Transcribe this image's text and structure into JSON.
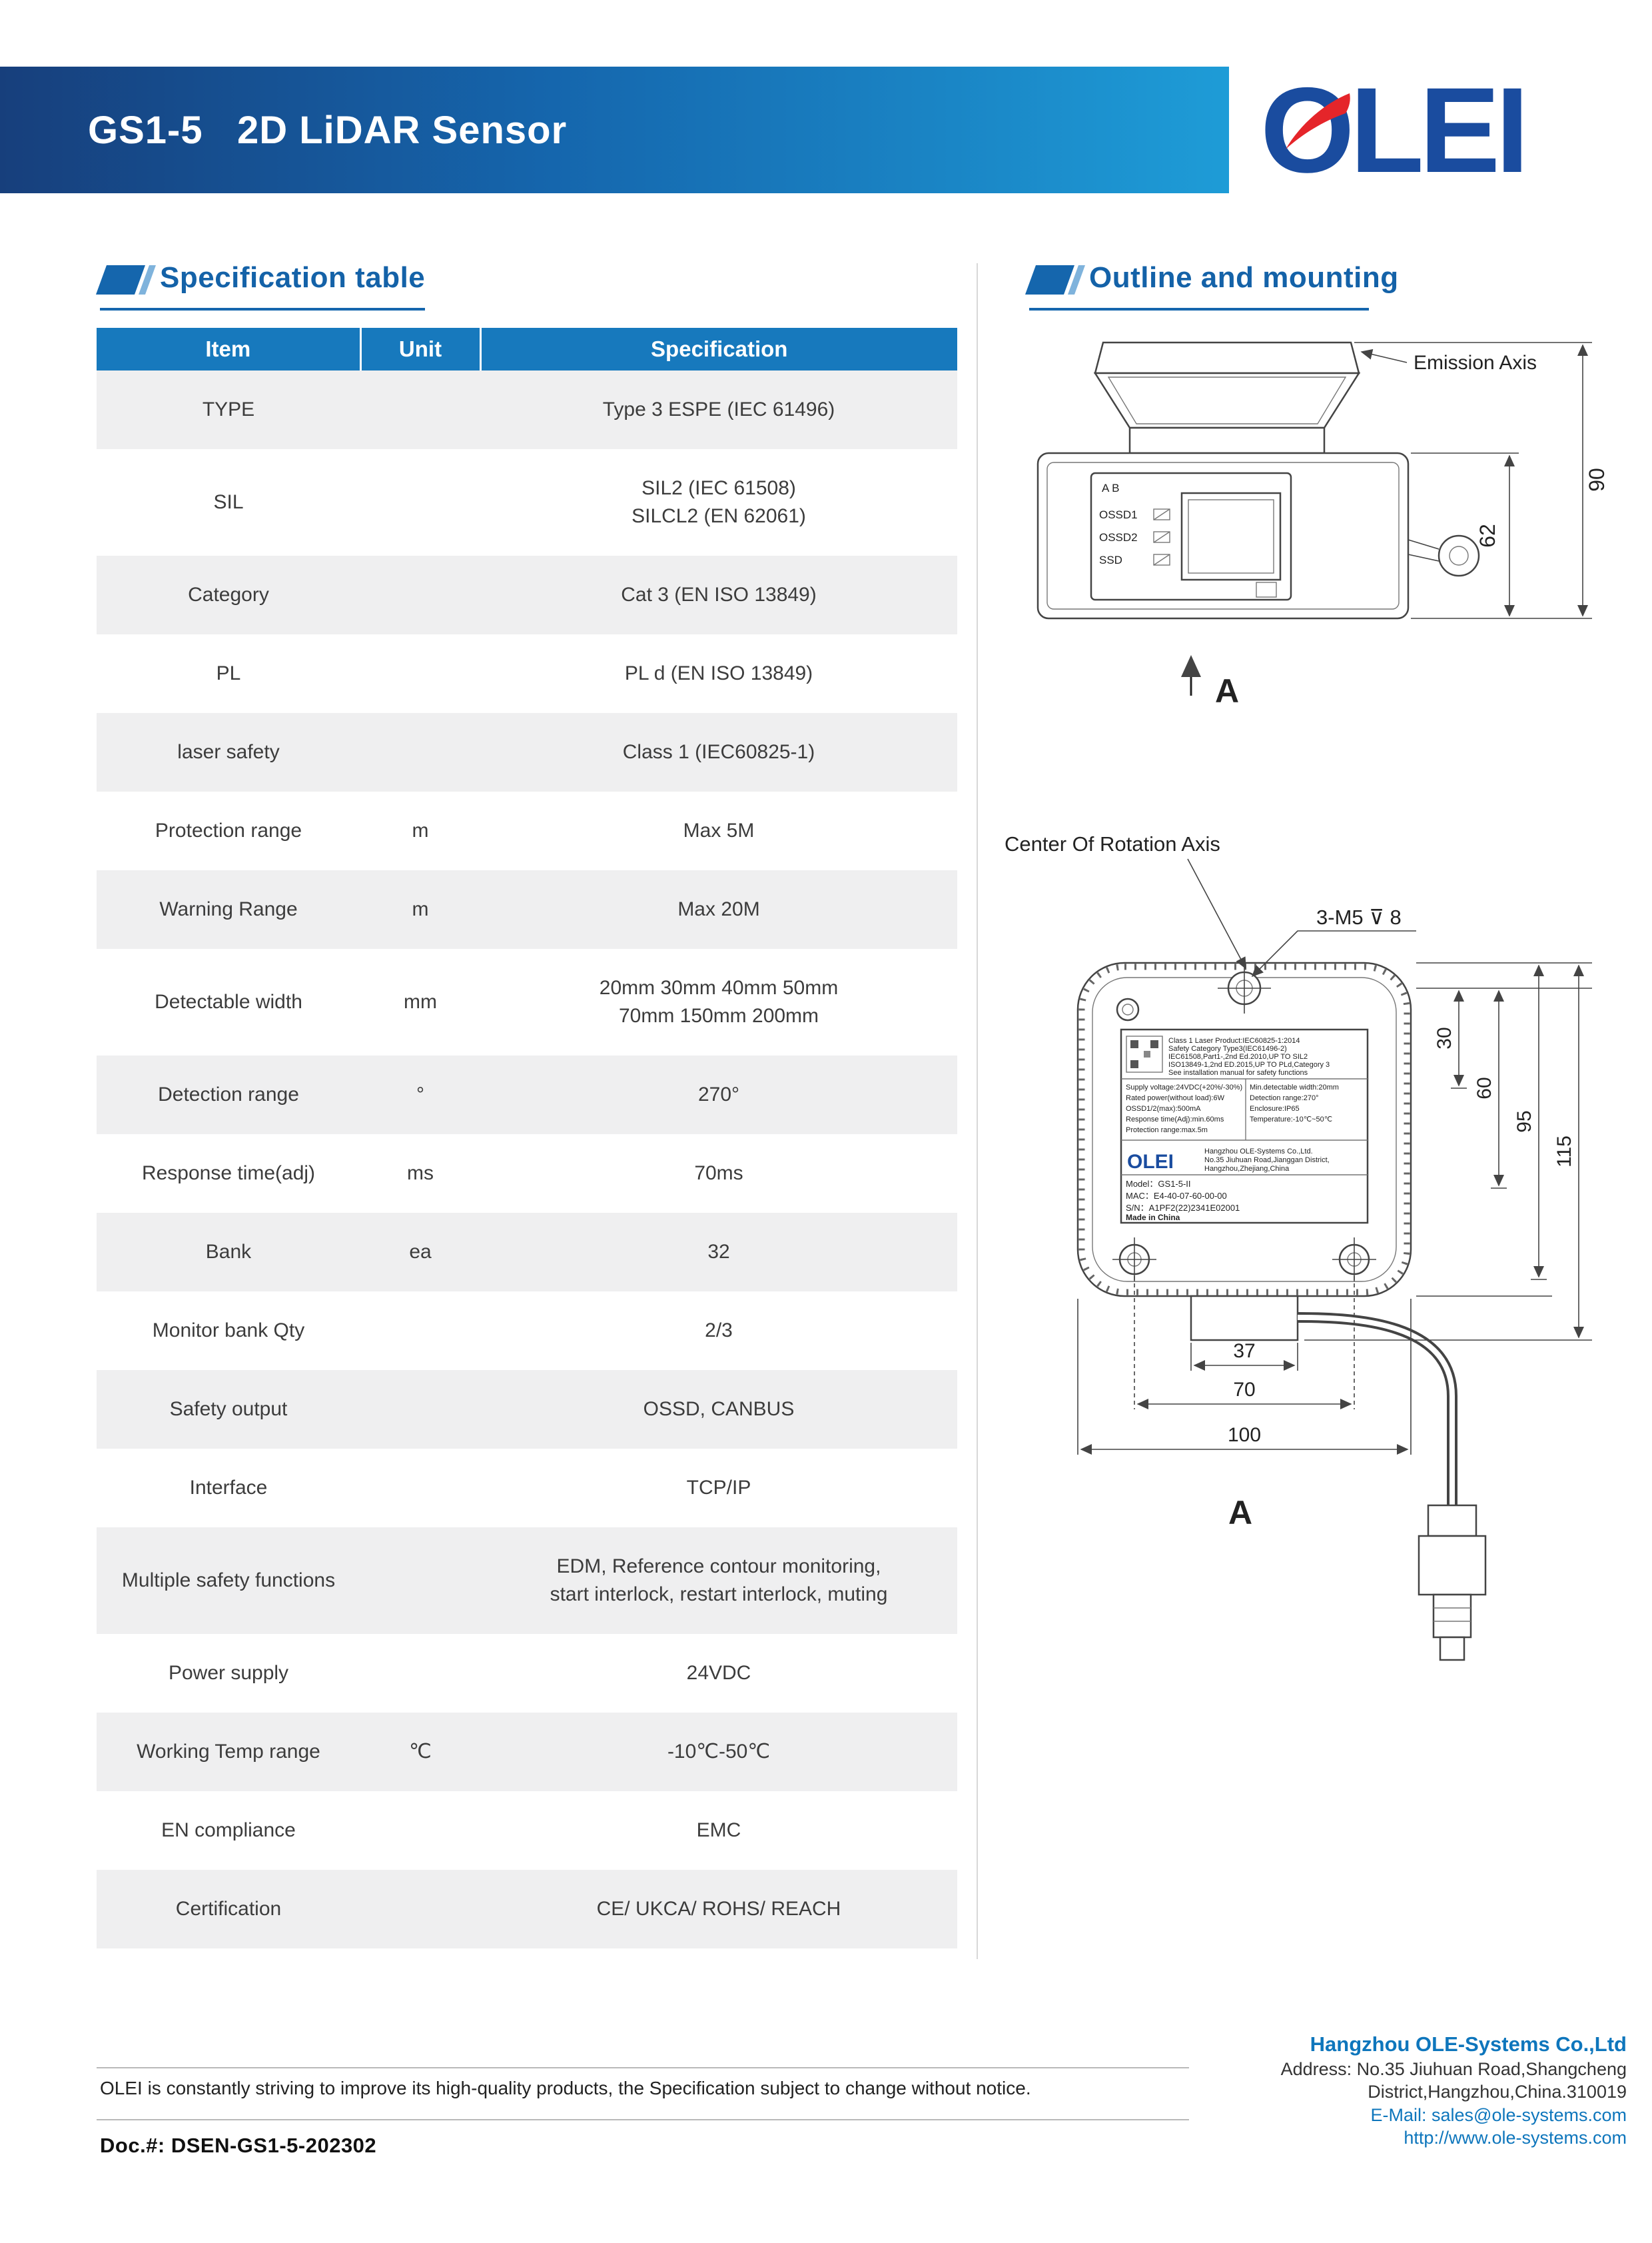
{
  "header": {
    "title": "GS1-5   2D LiDAR Sensor",
    "logo_text": "OLEI"
  },
  "sections": {
    "spec_title": "Specification table",
    "outline_title": "Outline and mounting"
  },
  "spec_table": {
    "headers": [
      "Item",
      "Unit",
      "Specification"
    ],
    "rows": [
      {
        "item": "TYPE",
        "unit": "",
        "spec": "Type 3 ESPE (IEC 61496)"
      },
      {
        "item": "SIL",
        "unit": "",
        "spec": "SIL2 (IEC 61508)\nSILCL2 (EN 62061)"
      },
      {
        "item": "Category",
        "unit": "",
        "spec": "Cat 3 (EN ISO 13849)"
      },
      {
        "item": "PL",
        "unit": "",
        "spec": "PL d (EN ISO 13849)"
      },
      {
        "item": "laser safety",
        "unit": "",
        "spec": "Class 1  (IEC60825-1)"
      },
      {
        "item": "Protection range",
        "unit": "m",
        "spec": "Max 5M"
      },
      {
        "item": "Warning Range",
        "unit": "m",
        "spec": "Max 20M"
      },
      {
        "item": "Detectable width",
        "unit": "mm",
        "spec": "20mm 30mm 40mm 50mm\n70mm 150mm 200mm"
      },
      {
        "item": "Detection range",
        "unit": "°",
        "spec": "270°"
      },
      {
        "item": "Response time(adj)",
        "unit": "ms",
        "spec": "70ms"
      },
      {
        "item": "Bank",
        "unit": "ea",
        "spec": "32"
      },
      {
        "item": "Monitor bank Qty",
        "unit": "",
        "spec": "2/3"
      },
      {
        "item": "Safety output",
        "unit": "",
        "spec": "OSSD, CANBUS"
      },
      {
        "item": "Interface",
        "unit": "",
        "spec": "TCP/IP"
      },
      {
        "item": "Multiple safety functions",
        "unit": "",
        "spec": "EDM, Reference contour monitoring,\nstart interlock, restart interlock, muting"
      },
      {
        "item": "Power supply",
        "unit": "",
        "spec": "24VDC"
      },
      {
        "item": "Working Temp range",
        "unit": "℃",
        "spec": "-10℃-50℃"
      },
      {
        "item": "EN compliance",
        "unit": "",
        "spec": "EMC"
      },
      {
        "item": "Certification",
        "unit": "",
        "spec": "CE/ UKCA/ ROHS/ REACH"
      }
    ]
  },
  "outline": {
    "front_view": {
      "emission_axis_label": "Emission Axis",
      "dim_total_height": "90",
      "dim_body_height": "62",
      "view_label": "A",
      "panel": {
        "ab": "A B",
        "osd1": "OSSD1",
        "osd2": "OSSD2",
        "ssd": "SSD"
      }
    },
    "top_view": {
      "center_axis_label": "Center Of Rotation Axis",
      "thread_label": "3-M5 ⊽ 8",
      "view_label": "A",
      "dims": {
        "d30": "30",
        "d60": "60",
        "d95": "95",
        "d115": "115",
        "d37": "37",
        "d70": "70",
        "d100": "100"
      },
      "sticker": {
        "cert1": "Class 1 Laser Product:IEC60825-1:2014",
        "cert2": "Safety Category Type3(IEC61496-2)",
        "cert3": "IEC61508,Part1-,2nd Ed.2010,UP TO SIL2",
        "cert4": "ISO13849-1,2nd ED.2015,UP TO PLd,Category 3",
        "cert5": "See installation manual for safety functions",
        "specL1": "Supply voltage:24VDC(+20%/-30%)",
        "specL2": "Rated power(without load):6W",
        "specL3": "OSSD1/2(max):500mA",
        "specL4": "Response time(Adj):min.60ms",
        "specL5": "Protection range:max.5m",
        "specR1": "Min.detectable width:20mm",
        "specR2": "Detection range:270°",
        "specR3": "Enclosure:IP65",
        "specR4": "Temperature:-10℃~50℃",
        "logo": "OLEI",
        "company": "Hangzhou OLE-Systems Co.,Ltd.",
        "addr1": "No.35 Jiuhuan Road,Jianggan District,",
        "addr2": "Hangzhou,Zhejiang,China",
        "model": "Model：GS1-5-II",
        "mac": "MAC：E4-40-07-60-00-00",
        "sn": "S/N：A1PF2(22)2341E02001",
        "made": "Made in China"
      }
    }
  },
  "footer": {
    "disclaimer": "OLEI is constantly striving to improve its high-quality products, the Specification subject to change without notice.",
    "doc_number": "Doc.#: DSEN-GS1-5-202302",
    "company": "Hangzhou OLE-Systems Co.,Ltd",
    "address_line1": "Address: No.35 Jiuhuan Road,Shangcheng",
    "address_line2": "District,Hangzhou,China.310019",
    "email": "E-Mail: sales@ole-systems.com",
    "website": "http://www.ole-systems.com"
  },
  "colors": {
    "header_blue_dark": "#173f7c",
    "header_blue_light": "#1e9cd7",
    "table_header_blue": "#1779bd",
    "row_alt_gray": "#efeff0",
    "accent_blue": "#1566ad",
    "logo_blue": "#1a4c9f",
    "logo_red": "#e5252a"
  }
}
